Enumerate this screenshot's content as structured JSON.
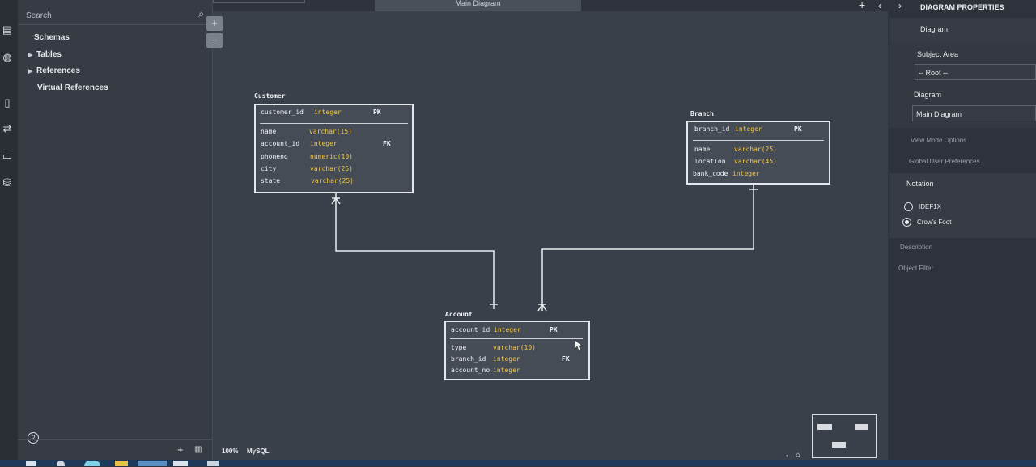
{
  "explorer": {
    "search_placeholder": "Search",
    "tree": [
      {
        "label": "Schemas",
        "caret": false
      },
      {
        "label": "Tables",
        "caret": true
      },
      {
        "label": "References",
        "caret": true
      },
      {
        "label": "Virtual References",
        "caret": false
      }
    ]
  },
  "canvas": {
    "tab_title": "Main Diagram",
    "zoom_in_label": "+",
    "zoom_out_label": "−",
    "status_zoom": "100%",
    "status_db": "MySQL"
  },
  "entities": {
    "customer": {
      "title": "Customer",
      "pk": {
        "name": "customer_id",
        "type": "integer",
        "key": "PK"
      },
      "columns": [
        {
          "name": "name",
          "type": "varchar(15)",
          "key": ""
        },
        {
          "name": "account_id",
          "type": "integer",
          "key": "FK"
        },
        {
          "name": "phoneno",
          "type": "numeric(10)",
          "key": ""
        },
        {
          "name": "city",
          "type": "varchar(25)",
          "key": ""
        },
        {
          "name": "state",
          "type": "varchar(25)",
          "key": ""
        }
      ]
    },
    "branch": {
      "title": "Branch",
      "pk": {
        "name": "branch_id",
        "type": "integer",
        "key": "PK"
      },
      "columns": [
        {
          "name": "name",
          "type": "varchar(25)",
          "key": ""
        },
        {
          "name": "location",
          "type": "varchar(45)",
          "key": ""
        },
        {
          "name": "bank_code",
          "type": "integer",
          "key": ""
        }
      ]
    },
    "account": {
      "title": "Account",
      "pk": {
        "name": "account_id",
        "type": "integer",
        "key": "PK"
      },
      "columns": [
        {
          "name": "type",
          "type": "varchar(10)",
          "key": ""
        },
        {
          "name": "branch_id",
          "type": "integer",
          "key": "FK"
        },
        {
          "name": "account_no",
          "type": "integer",
          "key": ""
        }
      ]
    }
  },
  "properties": {
    "header": "DIAGRAM PROPERTIES",
    "section": "Diagram",
    "subject_area_label": "Subject Area",
    "subject_area_value": "-- Root --",
    "diagram_label": "Diagram",
    "diagram_value": "Main Diagram",
    "view_mode_options": "View Mode Options",
    "global_user_prefs": "Global User Preferences",
    "notation_label": "Notation",
    "notation_options": [
      {
        "label": "IDEF1X",
        "selected": false
      },
      {
        "label": "Crow's Foot",
        "selected": true
      }
    ],
    "description": "Description",
    "object_filter": "Object Filter"
  },
  "colors": {
    "type_text": "#f2c744",
    "entity_border": "#e3e6ea",
    "canvas_bg": "#3a404a"
  }
}
